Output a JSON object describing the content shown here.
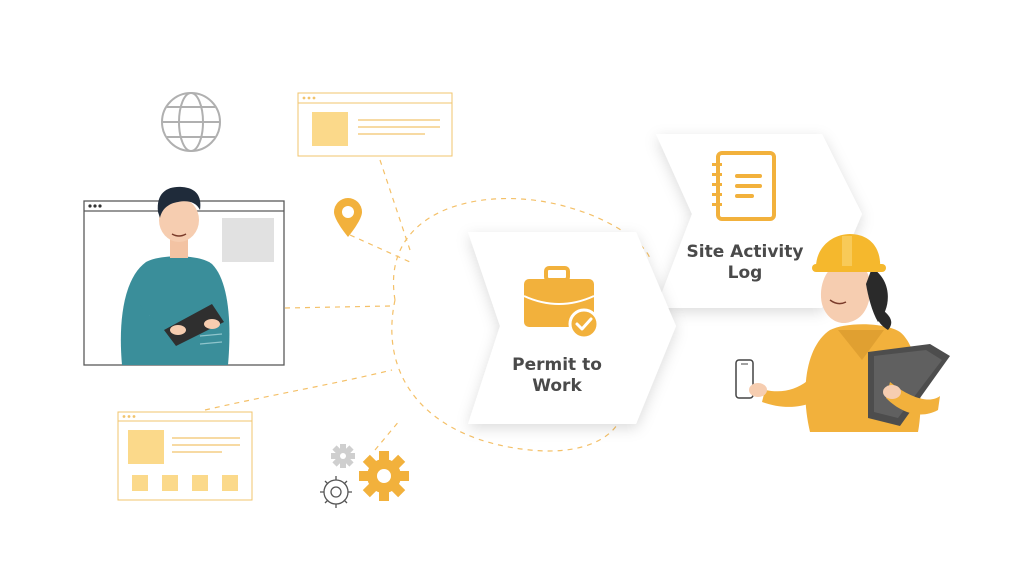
{
  "steps": [
    {
      "label_line1": "Permit to",
      "label_line2": "Work",
      "icon": "briefcase-check-icon"
    },
    {
      "label_line1": "Site Activity",
      "label_line2": "Log",
      "icon": "notebook-icon"
    }
  ],
  "colors": {
    "accent": "#f2b13c",
    "accent_light": "#fbd98a",
    "accent_pale": "#ffe3a6",
    "teal": "#3a8e9a",
    "grey": "#c8c8c8",
    "text": "#4a4a4a"
  }
}
